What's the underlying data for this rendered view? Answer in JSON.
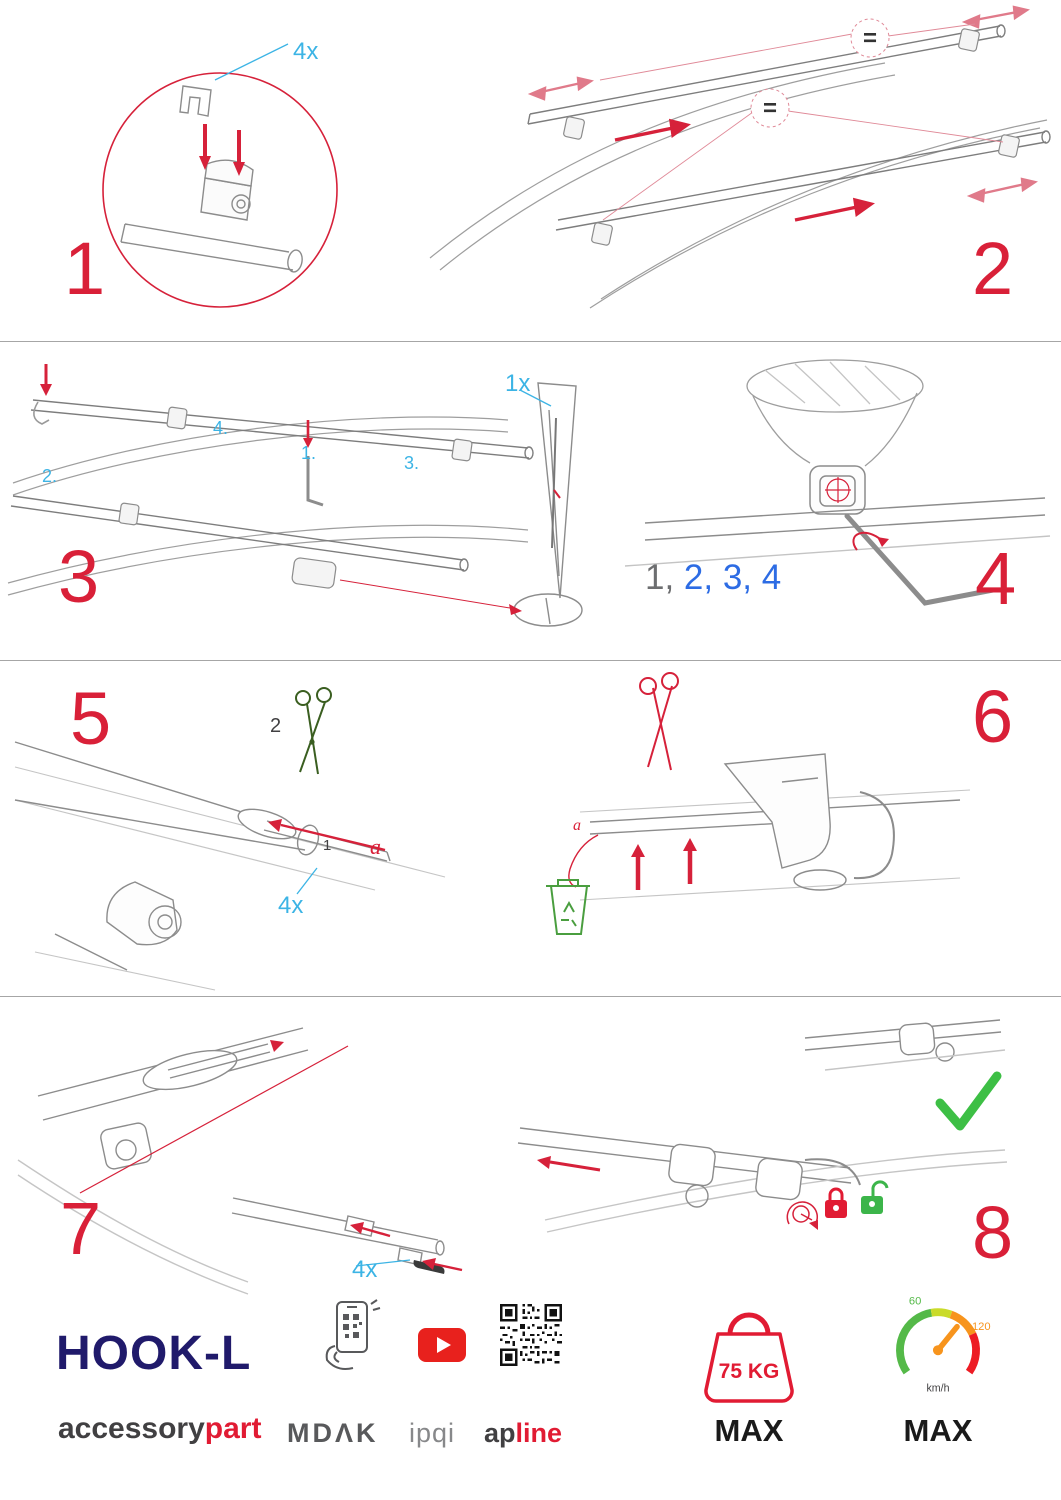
{
  "steps": {
    "s1": {
      "number": "1",
      "qty": "4x"
    },
    "s2": {
      "number": "2",
      "equal": "="
    },
    "s3": {
      "number": "3",
      "qty": "1x",
      "sub1": "1.",
      "sub2": "2.",
      "sub3": "3.",
      "sub4": "4."
    },
    "s4": {
      "number": "4",
      "seq_gray": "1,",
      "seq_blue": " 2, 3, 4"
    },
    "s5": {
      "number": "5",
      "cut": "2",
      "insert": "1",
      "a": "a",
      "qty": "4x"
    },
    "s6": {
      "number": "6",
      "a": "a"
    },
    "s7": {
      "number": "7",
      "qty": "4x"
    },
    "s8": {
      "number": "8"
    }
  },
  "footer": {
    "product": "HOOK-L",
    "brand_dark": "accessory",
    "brand_red": "part",
    "logo_mdak": "MDΛK",
    "logo_ipqi": "ipqi",
    "logo_ap": "ap",
    "logo_line": "line",
    "weight_value": "75 KG",
    "weight_max": "MAX",
    "speed_min": "60",
    "speed_high": "120",
    "speed_unit": "km/h",
    "speed_max": "MAX"
  },
  "colors": {
    "step_red": "#d92038",
    "label_blue": "#3cb4e5",
    "order_blue": "#2d6ce4",
    "green": "#3cb54a",
    "navy": "#201a6b",
    "orange": "#f7941d",
    "gray_text": "#414042"
  }
}
